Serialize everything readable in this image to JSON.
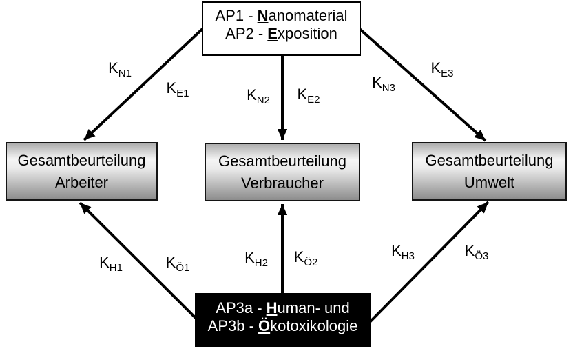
{
  "top_box": {
    "line1": {
      "pre": "AP1 - ",
      "em": "N",
      "post": "anomaterial"
    },
    "line2": {
      "pre": "AP2 - ",
      "em": "E",
      "post": "xposition"
    }
  },
  "assessment_boxes": [
    {
      "line1": "Gesamtbeurteilung",
      "line2": "Arbeiter"
    },
    {
      "line1": "Gesamtbeurteilung",
      "line2": "Verbraucher"
    },
    {
      "line1": "Gesamtbeurteilung",
      "line2": "Umwelt"
    }
  ],
  "bottom_box": {
    "line1": {
      "pre": "AP3a - ",
      "em": "H",
      "post": "uman- und"
    },
    "line2": {
      "pre": "AP3b - ",
      "em": "Ö",
      "post": "kotoxikologie"
    }
  },
  "edge_labels": {
    "kn1": {
      "base": "K",
      "sub": "N1"
    },
    "ke1": {
      "base": "K",
      "sub": "E1"
    },
    "kn2": {
      "base": "K",
      "sub": "N2"
    },
    "ke2": {
      "base": "K",
      "sub": "E2"
    },
    "kn3": {
      "base": "K",
      "sub": "N3"
    },
    "ke3": {
      "base": "K",
      "sub": "E3"
    },
    "kh1": {
      "base": "K",
      "sub": "H1"
    },
    "ko1": {
      "base": "K",
      "sub": "Ö1"
    },
    "kh2": {
      "base": "K",
      "sub": "H2"
    },
    "ko2": {
      "base": "K",
      "sub": "Ö2"
    },
    "kh3": {
      "base": "K",
      "sub": "H3"
    },
    "ko3": {
      "base": "K",
      "sub": "Ö3"
    }
  },
  "colors": {
    "arrow": "#000000",
    "box_border": "#000000",
    "top_box_bg": "#ffffff",
    "bottom_box_bg": "#000000",
    "bottom_box_text": "#ffffff",
    "mid_box_gradient_light": "#f5f5f5",
    "mid_box_gradient_dark": "#8c8c8c"
  }
}
